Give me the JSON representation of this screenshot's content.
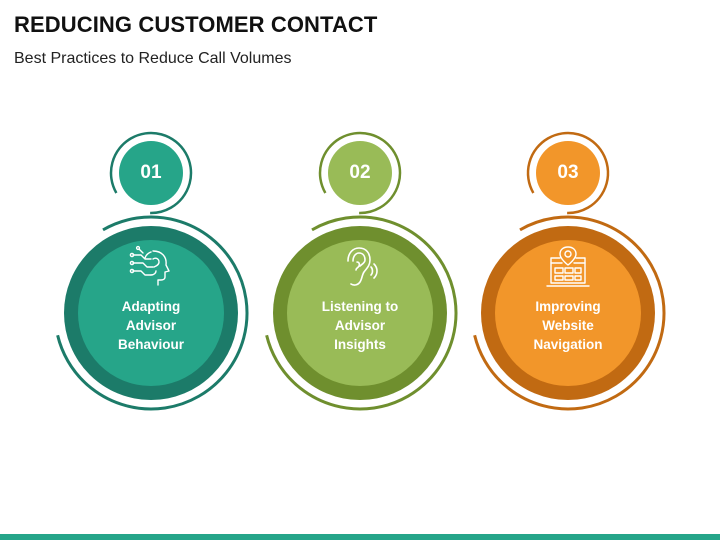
{
  "header": {
    "title": "REDUCING CUSTOMER CONTACT",
    "subtitle": "Best Practices to Reduce Call Volumes"
  },
  "steps": [
    {
      "number": "01",
      "label": "Adapting\nAdvisor\nBehaviour",
      "icon": "brain-circuit-head-icon",
      "colors": {
        "outer": "#1c7b69",
        "inner": "#26a589",
        "ring": "#1c7b69"
      }
    },
    {
      "number": "02",
      "label": "Listening to\nAdvisor\nInsights",
      "icon": "ear-sound-icon",
      "colors": {
        "outer": "#6f8f2e",
        "inner": "#99bb57",
        "ring": "#6f8f2e"
      }
    },
    {
      "number": "03",
      "label": "Improving\nWebsite\nNavigation",
      "icon": "location-website-icon",
      "colors": {
        "outer": "#c16a12",
        "inner": "#f2962a",
        "ring": "#c16a12"
      }
    }
  ],
  "footer": {
    "bar_color": "#26a589"
  }
}
